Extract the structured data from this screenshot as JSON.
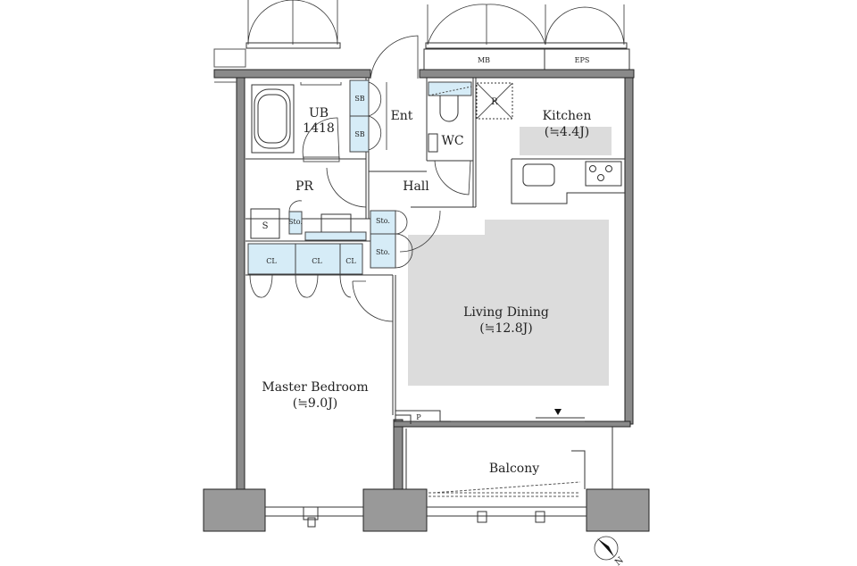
{
  "rooms": {
    "ub": "UB",
    "ub_size": "1418",
    "ent": "Ent",
    "wc": "WC",
    "kitchen": "Kitchen",
    "kitchen_size": "(≒4.4J)",
    "pr": "PR",
    "hall": "Hall",
    "living": "Living Dining",
    "living_size": "(≒12.8J)",
    "bedroom": "Master Bedroom",
    "bedroom_size": "(≒9.0J)",
    "balcony": "Balcony"
  },
  "fixtures": {
    "sb1": "SB",
    "sb2": "SB",
    "refrigerator": "R",
    "mb": "MB",
    "eps": "EPS",
    "s": "S",
    "sto_pr": "Sto.",
    "sto1": "Sto.",
    "sto2": "Sto.",
    "cl1": "CL",
    "cl2": "CL",
    "cl3": "CL",
    "p": "P",
    "north": "N"
  },
  "colors": {
    "storage": "#d6ecf7",
    "floor_highlight": "#dcdcdc",
    "wall": "#8a8a8a"
  }
}
